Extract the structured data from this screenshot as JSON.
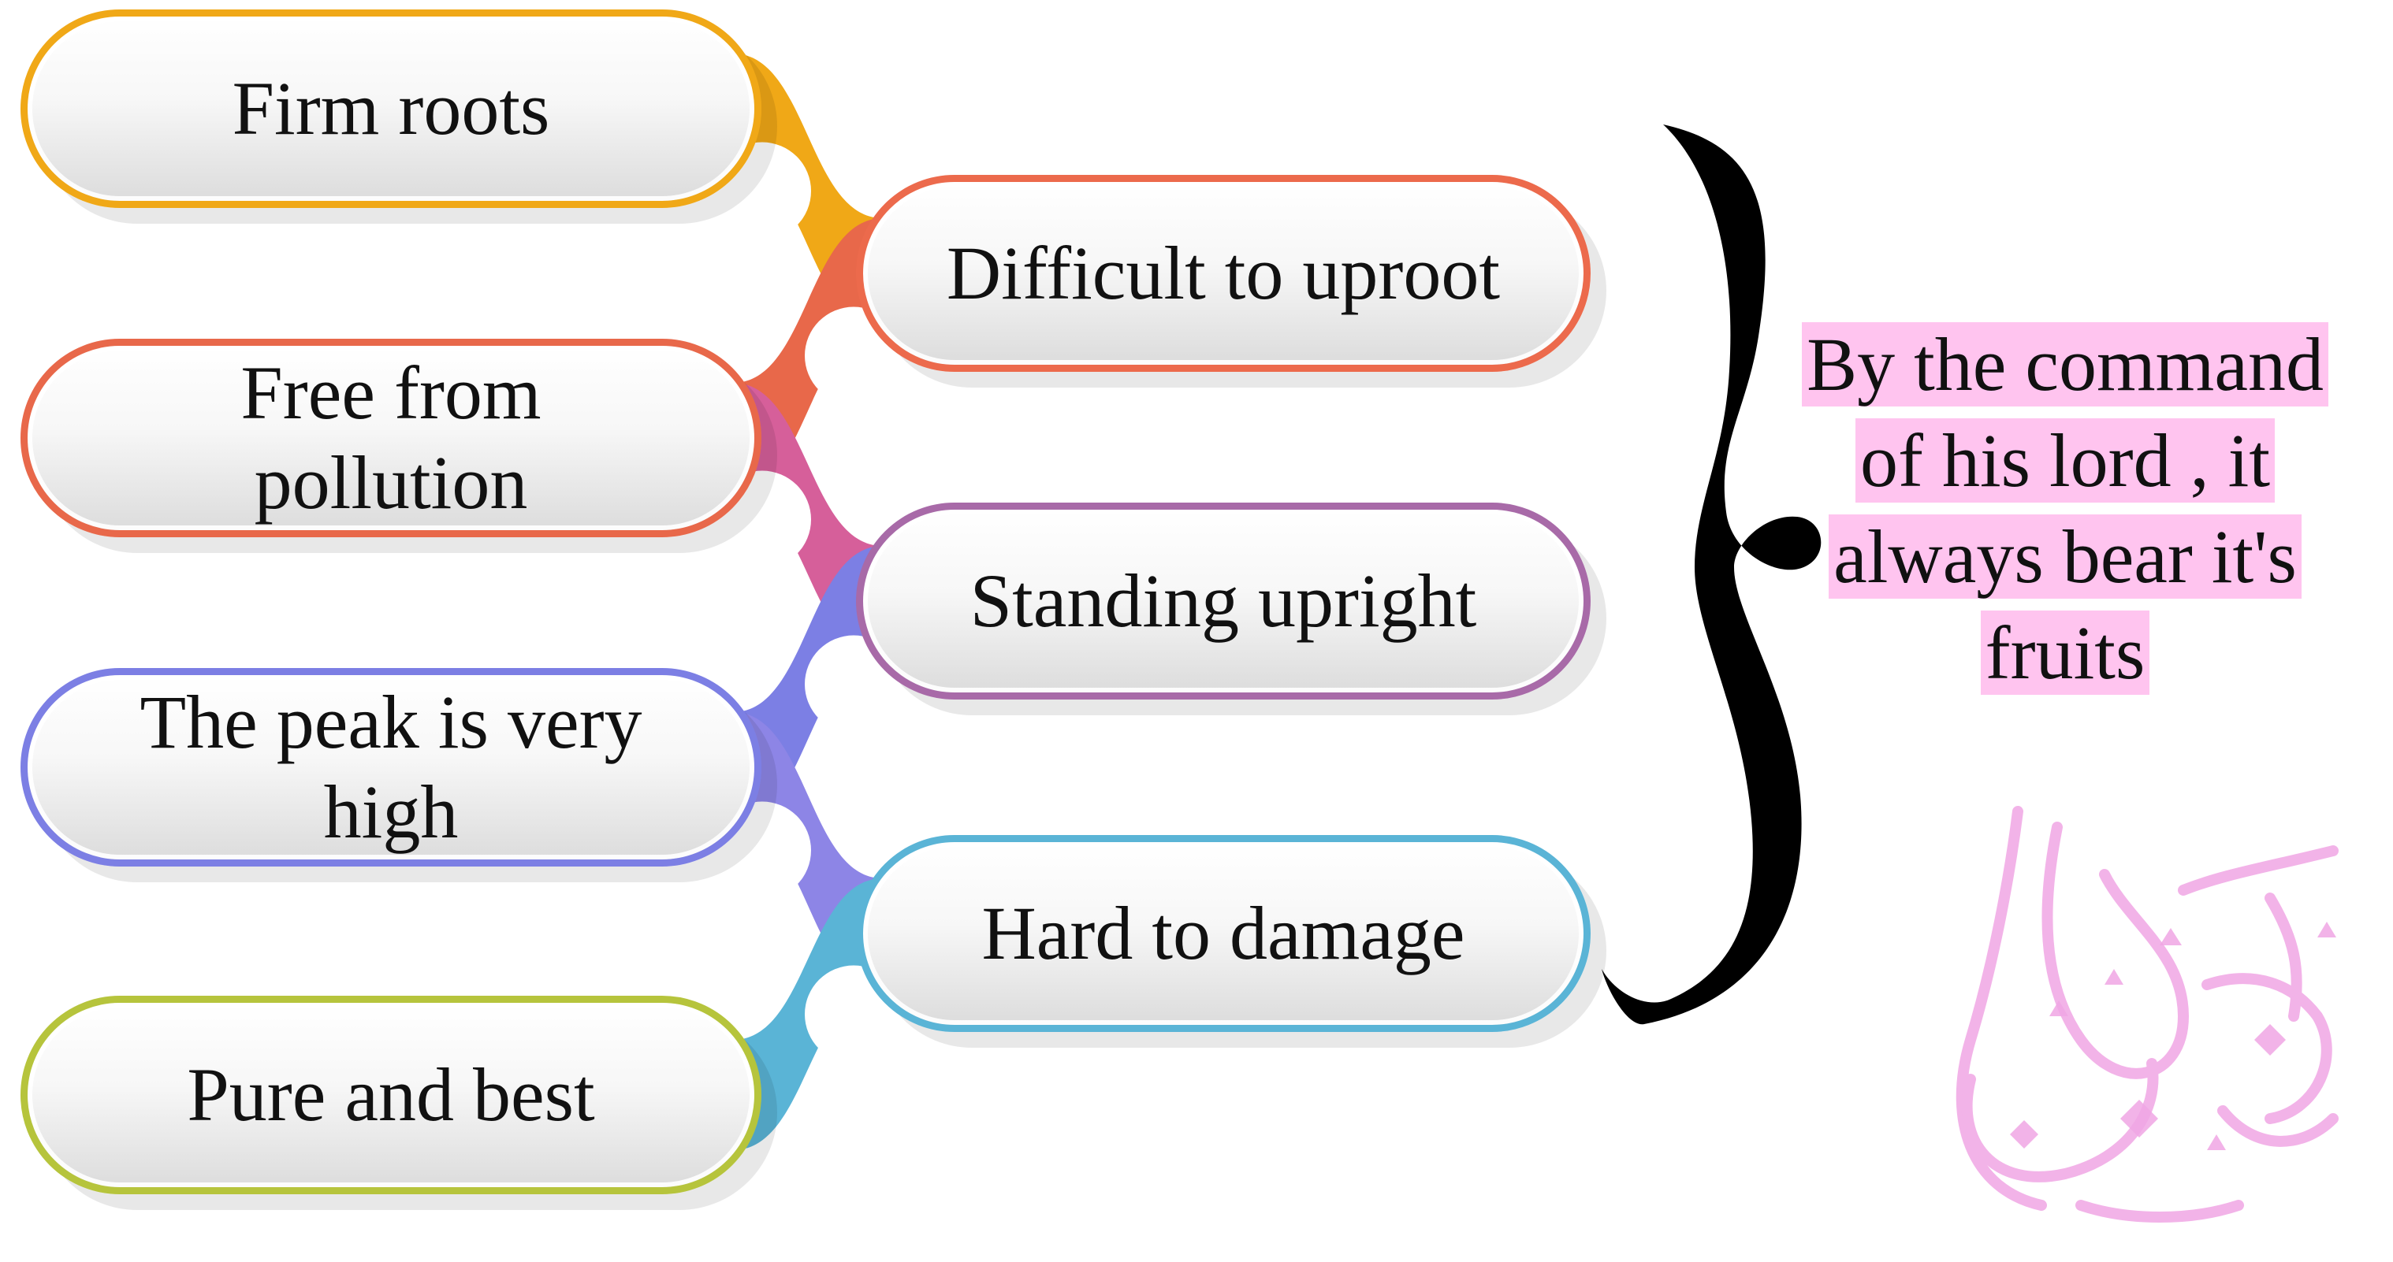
{
  "diagram": {
    "left_items": [
      {
        "label": "Firm roots",
        "color": "#f0a817"
      },
      {
        "label": "Free from pollution",
        "color": "#e8684a"
      },
      {
        "label": "The peak is very high",
        "color": "#7c7fe4"
      },
      {
        "label": "Pure and best",
        "color": "#b6c43c"
      }
    ],
    "right_items": [
      {
        "label": "Difficult to uproot",
        "color": "#ec6a4c"
      },
      {
        "label": "Standing upright",
        "color": "#a86aa8"
      },
      {
        "label": "Hard to damage",
        "color": "#5ab4d6"
      }
    ],
    "brace_color": "#000000",
    "conclusion": {
      "text": "By the command of his lord , it always bear it's fruits",
      "highlight_color": "#ffc4ef"
    },
    "decoration": {
      "icon": "ramadan-calligraphy-watermark",
      "color": "#f0a6e4"
    }
  }
}
